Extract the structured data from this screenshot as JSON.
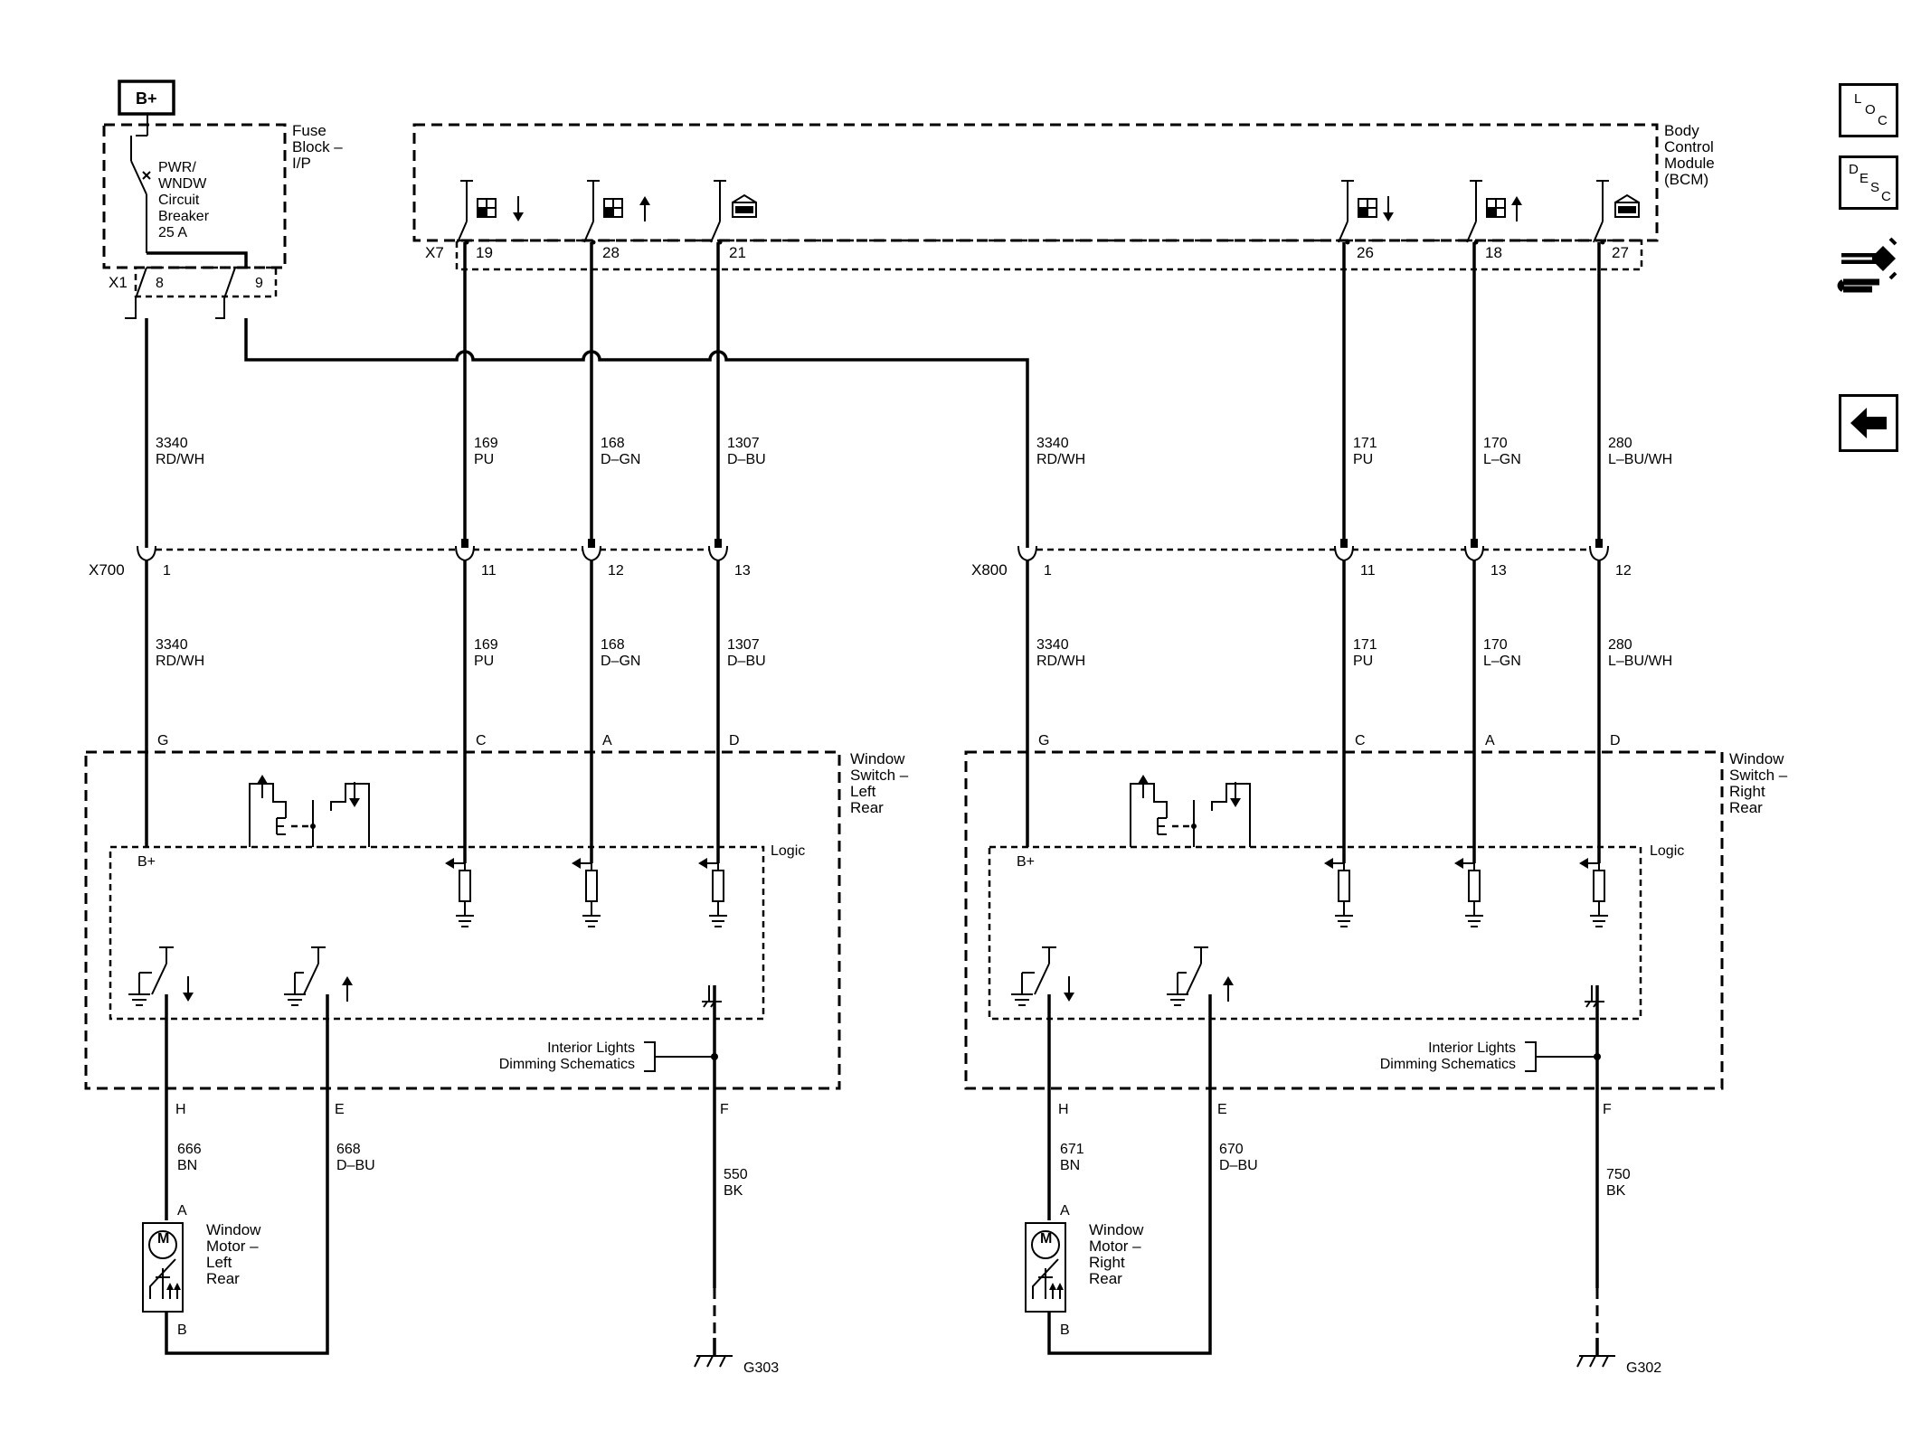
{
  "power": {
    "label": "B+"
  },
  "fuse_block": {
    "name": [
      "Fuse",
      "Block –",
      "I/P"
    ],
    "breaker": [
      "PWR/",
      "WNDW",
      "Circuit",
      "Breaker",
      "25 A"
    ],
    "connector": "X1",
    "pins": [
      "8",
      "9"
    ]
  },
  "bcm": {
    "name": [
      "Body",
      "Control",
      "Module",
      "(BCM)"
    ],
    "connector": "X7",
    "pins": [
      "19",
      "28",
      "21",
      "26",
      "18",
      "27"
    ]
  },
  "upper_wires": [
    {
      "number": "3340",
      "color": "RD/WH"
    },
    {
      "number": "169",
      "color": "PU"
    },
    {
      "number": "168",
      "color": "D–GN"
    },
    {
      "number": "1307",
      "color": "D–BU"
    },
    {
      "number": "3340",
      "color": "RD/WH"
    },
    {
      "number": "171",
      "color": "PU"
    },
    {
      "number": "170",
      "color": "L–GN"
    },
    {
      "number": "280",
      "color": "L–BU/WH"
    }
  ],
  "lower_wires": [
    {
      "number": "3340",
      "color": "RD/WH"
    },
    {
      "number": "169",
      "color": "PU"
    },
    {
      "number": "168",
      "color": "D–GN"
    },
    {
      "number": "1307",
      "color": "D–BU"
    },
    {
      "number": "3340",
      "color": "RD/WH"
    },
    {
      "number": "171",
      "color": "PU"
    },
    {
      "number": "170",
      "color": "L–GN"
    },
    {
      "number": "280",
      "color": "L–BU/WH"
    }
  ],
  "connectors": {
    "x700": {
      "name": "X700",
      "pins": [
        "1",
        "11",
        "12",
        "13"
      ]
    },
    "x800": {
      "name": "X800",
      "pins": [
        "1",
        "11",
        "13",
        "12"
      ]
    }
  },
  "left_switch": {
    "name": [
      "Window",
      "Switch –",
      "Left",
      "Rear"
    ],
    "top_pins": [
      "G",
      "C",
      "A",
      "D"
    ],
    "bottom_pins": [
      "H",
      "E",
      "F"
    ],
    "b_plus": "B+",
    "logic": "Logic",
    "dimming": [
      "Interior Lights",
      "Dimming Schematics"
    ]
  },
  "right_switch": {
    "name": [
      "Window",
      "Switch –",
      "Right",
      "Rear"
    ],
    "top_pins": [
      "G",
      "C",
      "A",
      "D"
    ],
    "bottom_pins": [
      "H",
      "E",
      "F"
    ],
    "b_plus": "B+",
    "logic": "Logic",
    "dimming": [
      "Interior Lights",
      "Dimming Schematics"
    ]
  },
  "left_motor": {
    "name": [
      "Window",
      "Motor –",
      "Left",
      "Rear"
    ],
    "pins": [
      "A",
      "B"
    ],
    "symbol": "M",
    "wires": [
      {
        "number": "666",
        "color": "BN"
      },
      {
        "number": "668",
        "color": "D–BU"
      }
    ]
  },
  "right_motor": {
    "name": [
      "Window",
      "Motor –",
      "Right",
      "Rear"
    ],
    "pins": [
      "A",
      "B"
    ],
    "symbol": "M",
    "wires": [
      {
        "number": "671",
        "color": "BN"
      },
      {
        "number": "670",
        "color": "D–BU"
      }
    ]
  },
  "ground_wires": [
    {
      "number": "550",
      "color": "BK"
    },
    {
      "number": "750",
      "color": "BK"
    }
  ],
  "grounds": [
    "G303",
    "G302"
  ],
  "nav": {
    "loc": [
      "L",
      "O",
      "C"
    ],
    "desc": [
      "D",
      "E",
      "S",
      "C"
    ],
    "connector_icon": "connector-icon",
    "back_icon": "back-arrow-icon"
  }
}
